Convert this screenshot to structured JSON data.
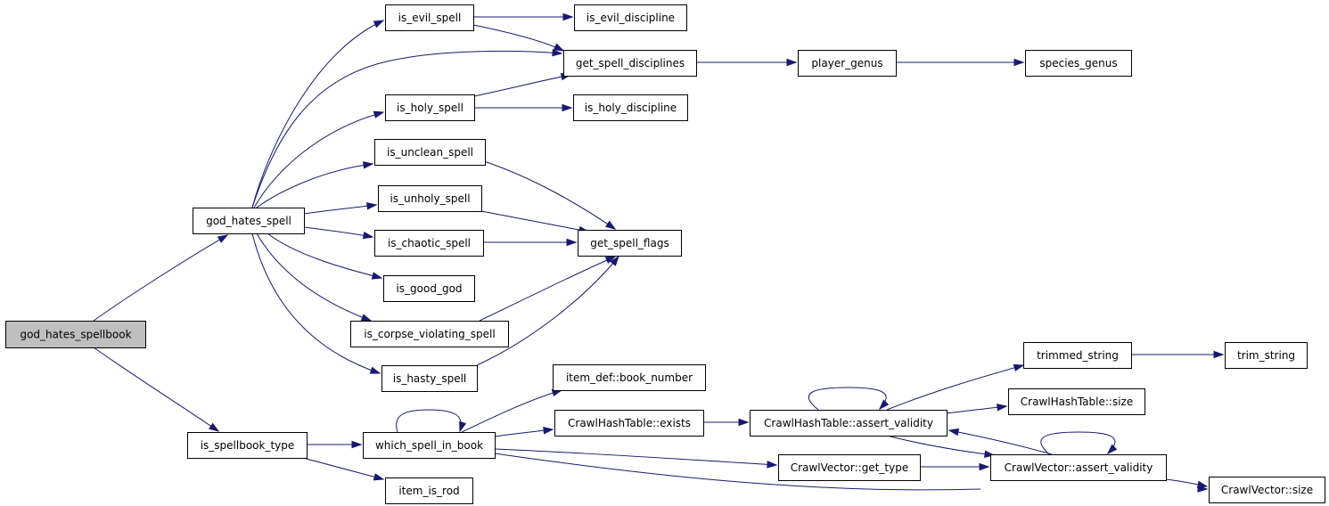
{
  "diagram": {
    "nodes": [
      {
        "id": "god_hates_spellbook",
        "label": "god_hates_spellbook",
        "root": true
      },
      {
        "id": "god_hates_spell",
        "label": "god_hates_spell"
      },
      {
        "id": "is_spellbook_type",
        "label": "is_spellbook_type"
      },
      {
        "id": "is_evil_spell",
        "label": "is_evil_spell"
      },
      {
        "id": "is_evil_discipline",
        "label": "is_evil_discipline"
      },
      {
        "id": "get_spell_disciplines",
        "label": "get_spell_disciplines"
      },
      {
        "id": "player_genus",
        "label": "player_genus"
      },
      {
        "id": "species_genus",
        "label": "species_genus"
      },
      {
        "id": "is_holy_spell",
        "label": "is_holy_spell"
      },
      {
        "id": "is_holy_discipline",
        "label": "is_holy_discipline"
      },
      {
        "id": "is_unclean_spell",
        "label": "is_unclean_spell"
      },
      {
        "id": "is_unholy_spell",
        "label": "is_unholy_spell"
      },
      {
        "id": "is_chaotic_spell",
        "label": "is_chaotic_spell"
      },
      {
        "id": "get_spell_flags",
        "label": "get_spell_flags"
      },
      {
        "id": "is_good_god",
        "label": "is_good_god"
      },
      {
        "id": "is_corpse_violating_spell",
        "label": "is_corpse_violating_spell"
      },
      {
        "id": "is_hasty_spell",
        "label": "is_hasty_spell"
      },
      {
        "id": "which_spell_in_book",
        "label": "which_spell_in_book"
      },
      {
        "id": "item_is_rod",
        "label": "item_is_rod"
      },
      {
        "id": "item_def_book_number",
        "label": "item_def::book_number"
      },
      {
        "id": "CrawlHashTable_exists",
        "label": "CrawlHashTable::exists"
      },
      {
        "id": "CrawlHashTable_assert_validity",
        "label": "CrawlHashTable::assert_validity"
      },
      {
        "id": "trimmed_string",
        "label": "trimmed_string"
      },
      {
        "id": "trim_string",
        "label": "trim_string"
      },
      {
        "id": "CrawlHashTable_size",
        "label": "CrawlHashTable::size"
      },
      {
        "id": "CrawlVector_get_type",
        "label": "CrawlVector::get_type"
      },
      {
        "id": "CrawlVector_assert_validity",
        "label": "CrawlVector::assert_validity"
      },
      {
        "id": "CrawlVector_size",
        "label": "CrawlVector::size"
      }
    ],
    "edges": [
      {
        "from": "god_hates_spellbook",
        "to": "god_hates_spell"
      },
      {
        "from": "god_hates_spellbook",
        "to": "is_spellbook_type"
      },
      {
        "from": "god_hates_spell",
        "to": "is_evil_spell"
      },
      {
        "from": "god_hates_spell",
        "to": "get_spell_disciplines"
      },
      {
        "from": "god_hates_spell",
        "to": "is_holy_spell"
      },
      {
        "from": "god_hates_spell",
        "to": "is_unclean_spell"
      },
      {
        "from": "god_hates_spell",
        "to": "is_unholy_spell"
      },
      {
        "from": "god_hates_spell",
        "to": "is_chaotic_spell"
      },
      {
        "from": "god_hates_spell",
        "to": "is_good_god"
      },
      {
        "from": "god_hates_spell",
        "to": "is_corpse_violating_spell"
      },
      {
        "from": "god_hates_spell",
        "to": "is_hasty_spell"
      },
      {
        "from": "is_evil_spell",
        "to": "is_evil_discipline"
      },
      {
        "from": "is_evil_spell",
        "to": "get_spell_disciplines"
      },
      {
        "from": "is_holy_spell",
        "to": "get_spell_disciplines"
      },
      {
        "from": "is_holy_spell",
        "to": "is_holy_discipline"
      },
      {
        "from": "get_spell_disciplines",
        "to": "player_genus"
      },
      {
        "from": "player_genus",
        "to": "species_genus"
      },
      {
        "from": "is_unclean_spell",
        "to": "get_spell_flags"
      },
      {
        "from": "is_unholy_spell",
        "to": "get_spell_flags"
      },
      {
        "from": "is_chaotic_spell",
        "to": "get_spell_flags"
      },
      {
        "from": "is_corpse_violating_spell",
        "to": "get_spell_flags"
      },
      {
        "from": "is_hasty_spell",
        "to": "get_spell_flags"
      },
      {
        "from": "is_spellbook_type",
        "to": "which_spell_in_book"
      },
      {
        "from": "is_spellbook_type",
        "to": "item_is_rod"
      },
      {
        "from": "which_spell_in_book",
        "to": "which_spell_in_book"
      },
      {
        "from": "which_spell_in_book",
        "to": "item_def_book_number"
      },
      {
        "from": "which_spell_in_book",
        "to": "CrawlHashTable_exists"
      },
      {
        "from": "which_spell_in_book",
        "to": "CrawlVector_get_type"
      },
      {
        "from": "which_spell_in_book",
        "to": "CrawlVector_size"
      },
      {
        "from": "CrawlHashTable_exists",
        "to": "CrawlHashTable_assert_validity"
      },
      {
        "from": "CrawlHashTable_assert_validity",
        "to": "CrawlHashTable_assert_validity"
      },
      {
        "from": "CrawlHashTable_assert_validity",
        "to": "trimmed_string"
      },
      {
        "from": "CrawlHashTable_assert_validity",
        "to": "CrawlHashTable_size"
      },
      {
        "from": "CrawlHashTable_assert_validity",
        "to": "CrawlVector_assert_validity"
      },
      {
        "from": "trimmed_string",
        "to": "trim_string"
      },
      {
        "from": "CrawlVector_get_type",
        "to": "CrawlVector_assert_validity"
      },
      {
        "from": "CrawlVector_assert_validity",
        "to": "CrawlVector_assert_validity"
      },
      {
        "from": "CrawlVector_assert_validity",
        "to": "CrawlHashTable_assert_validity"
      },
      {
        "from": "CrawlVector_assert_validity",
        "to": "CrawlVector_size"
      }
    ],
    "colors": {
      "edge": "#191970",
      "root_fill": "#bfbfbf",
      "node_fill": "#ffffff",
      "node_stroke": "#000000"
    }
  }
}
